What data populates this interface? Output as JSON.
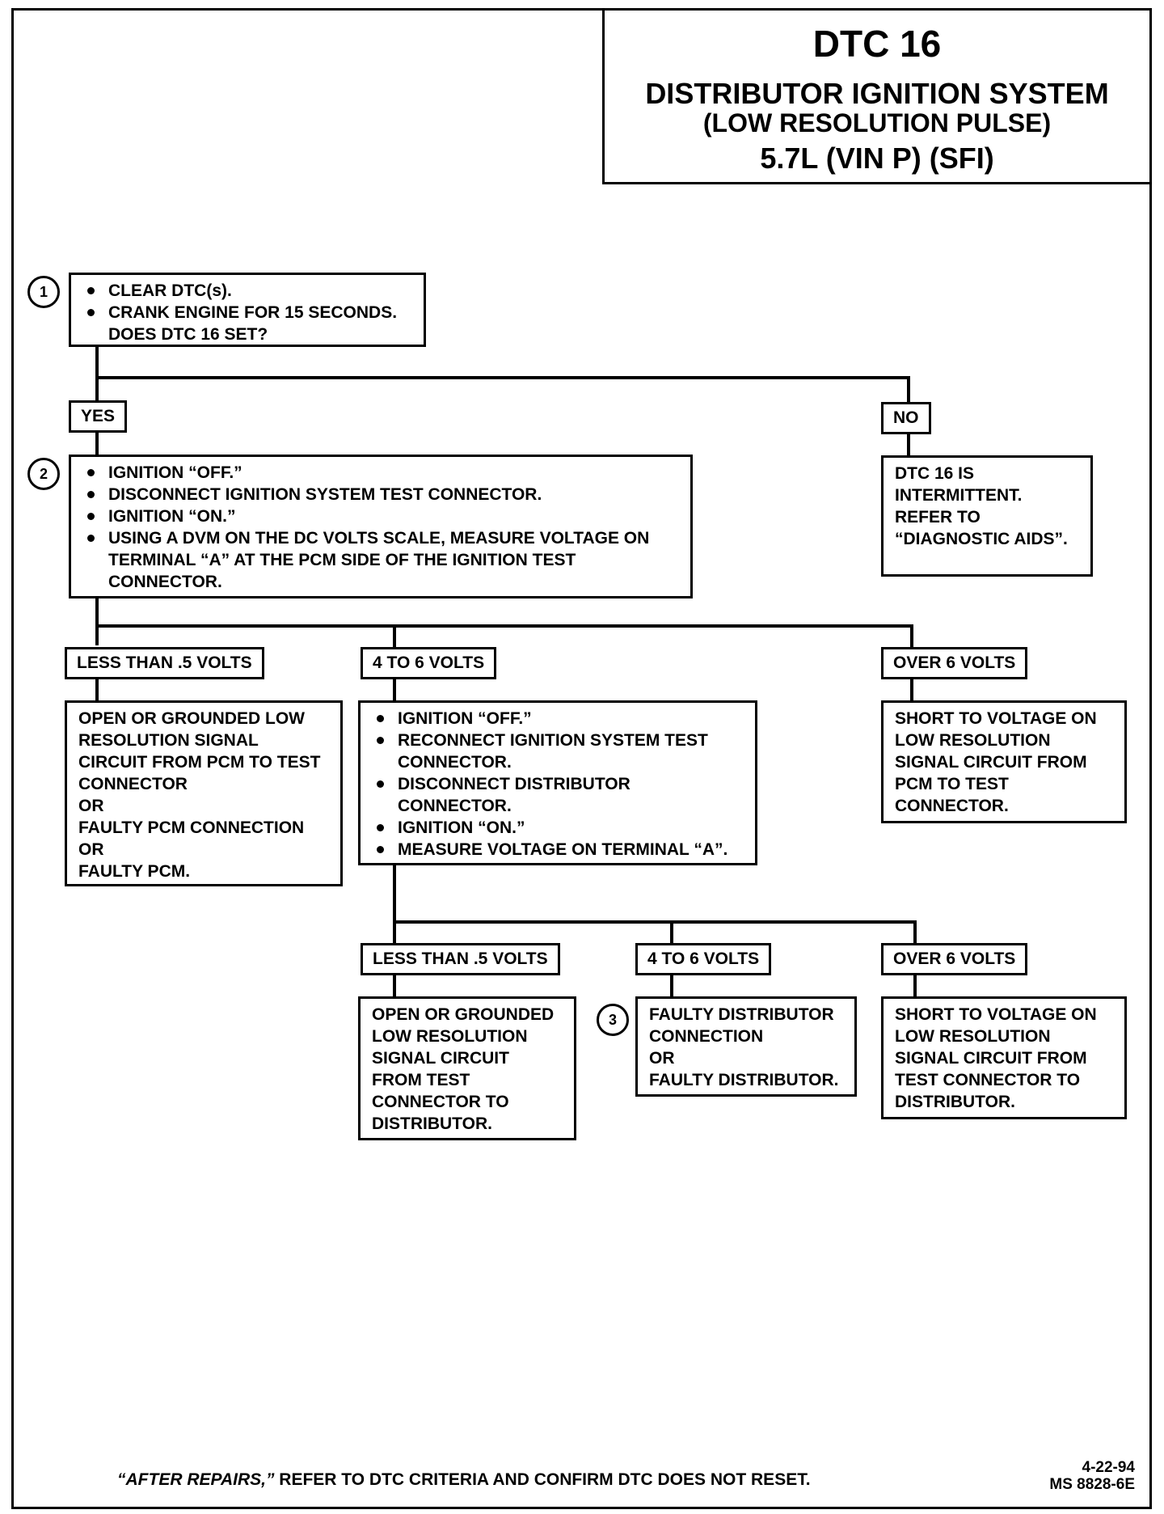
{
  "header": {
    "dtc": "DTC 16",
    "system": "DISTRIBUTOR IGNITION SYSTEM",
    "subtitle": "(LOW RESOLUTION PULSE)",
    "engine": "5.7L  (VIN P)   (SFI)"
  },
  "steps": {
    "step1": {
      "number": "1",
      "items": [
        "CLEAR DTC(s).",
        "CRANK ENGINE FOR 15 SECONDS."
      ],
      "question": "DOES DTC 16 SET?"
    },
    "step2": {
      "number": "2",
      "items": [
        "IGNITION “OFF.”",
        "DISCONNECT IGNITION SYSTEM TEST CONNECTOR.",
        "IGNITION “ON.”",
        "USING A DVM ON THE DC VOLTS SCALE, MEASURE VOLTAGE ON"
      ],
      "item4_cont1": "TERMINAL “A” AT THE PCM SIDE OF THE IGNITION TEST",
      "item4_cont2": "CONNECTOR."
    },
    "step3": {
      "number": "3"
    }
  },
  "labels": {
    "yes": "YES",
    "no": "NO",
    "less_than_5_a": "LESS THAN .5 VOLTS",
    "four_to_six_a": "4 TO 6 VOLTS",
    "over_6_a": "OVER 6 VOLTS",
    "less_than_5_b": "LESS THAN .5 VOLTS",
    "four_to_six_b": "4 TO 6 VOLTS",
    "over_6_b": "OVER 6 VOLTS"
  },
  "results": {
    "no_branch": [
      "DTC 16 IS",
      "INTERMITTENT.",
      "REFER TO",
      "“DIAGNOSTIC AIDS”."
    ],
    "open_grounded_pcm": [
      "OPEN OR GROUNDED LOW",
      "RESOLUTION SIGNAL",
      "CIRCUIT FROM PCM TO TEST",
      "CONNECTOR",
      "OR",
      "FAULTY PCM CONNECTION",
      "OR",
      "FAULTY PCM."
    ],
    "short_pcm": [
      "SHORT TO VOLTAGE ON",
      "LOW RESOLUTION",
      "SIGNAL CIRCUIT FROM",
      "PCM TO TEST",
      "CONNECTOR."
    ],
    "open_grounded_dist": [
      "OPEN OR GROUNDED",
      "LOW RESOLUTION",
      "SIGNAL CIRCUIT",
      "FROM TEST",
      "CONNECTOR TO",
      "DISTRIBUTOR."
    ],
    "faulty_dist": [
      "FAULTY DISTRIBUTOR",
      "CONNECTION",
      "OR",
      "FAULTY DISTRIBUTOR."
    ],
    "short_dist": [
      "SHORT TO VOLTAGE ON",
      "LOW RESOLUTION",
      "SIGNAL CIRCUIT FROM",
      "TEST CONNECTOR TO",
      "DISTRIBUTOR."
    ]
  },
  "middle_step": {
    "items": [
      "IGNITION “OFF.”",
      "RECONNECT IGNITION SYSTEM TEST",
      "DISCONNECT DISTRIBUTOR",
      "IGNITION “ON.”",
      "MEASURE VOLTAGE ON TERMINAL “A”."
    ],
    "item2_cont": "CONNECTOR.",
    "item3_cont": "CONNECTOR."
  },
  "footer": {
    "emphasis": "“AFTER REPAIRS,”",
    "text": " REFER TO DTC CRITERIA  AND CONFIRM DTC DOES NOT RESET.",
    "date": "4-22-94",
    "doc_number": "MS 8828-6E"
  }
}
